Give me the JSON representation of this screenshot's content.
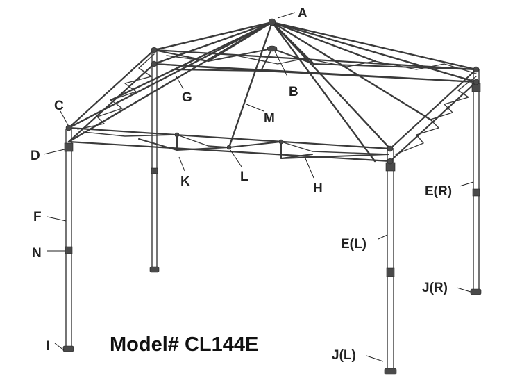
{
  "labels": {
    "A": "A",
    "B": "B",
    "C": "C",
    "D": "D",
    "E_R": "E(R)",
    "E_L": "E(L)",
    "F": "F",
    "G": "G",
    "H": "H",
    "I": "I",
    "J_R": "J(R)",
    "J_L": "J(L)",
    "K": "K",
    "L": "L",
    "M": "M",
    "N": "N"
  },
  "model_caption": "Model# CL144E"
}
